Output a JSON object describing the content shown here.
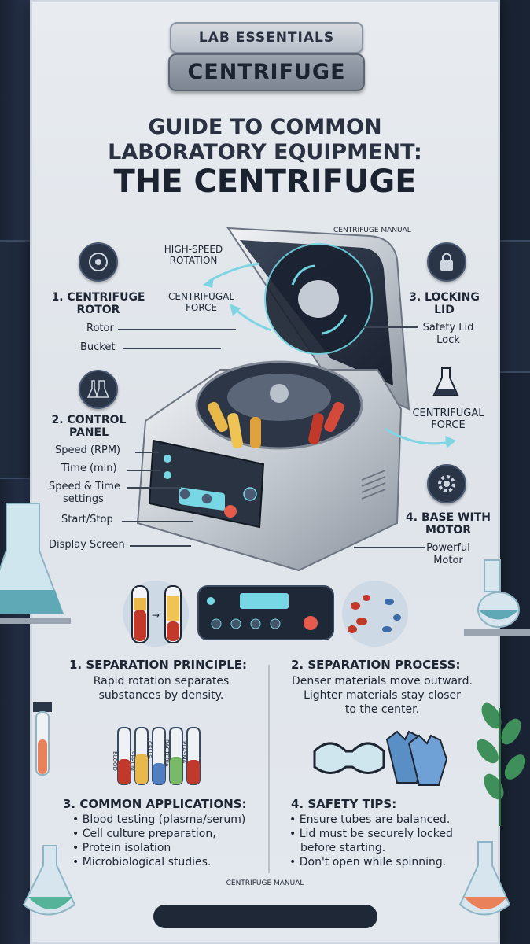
{
  "header": {
    "kicker": "LAB ESSENTIALS",
    "badge": "CENTRIFUGE",
    "title_line1": "GUIDE TO COMMON",
    "title_line2": "LABORATORY EQUIPMENT:",
    "title_line3": "THE CENTRIFUGE"
  },
  "device_label_top": "CENTRIFUGE MANUAL",
  "diagram_labels": {
    "high_speed_line1": "HIGH-SPEED",
    "high_speed_line2": "ROTATION",
    "centrifugal_force_left_line1": "CENTRIFUGAL",
    "centrifugal_force_left_line2": "FORCE",
    "rotor_label": "Rotor",
    "bucket_label": "Bucket",
    "centrifugal_force_right_line1": "CENTRIFUGAL",
    "centrifugal_force_right_line2": "FORCE"
  },
  "left_callouts": {
    "rotor_title_line1": "1. CENTRIFUGE",
    "rotor_title_line2": "ROTOR",
    "control_title_line1": "2. CONTROL",
    "control_title_line2": "PANEL",
    "speed": "Speed (RPM)",
    "time": "Time (min)",
    "settings_line1": "Speed & Time",
    "settings_line2": "settings",
    "start_stop": "Start/Stop",
    "display": "Display Screen"
  },
  "right_callouts": {
    "lid_title_line1": "3. LOCKING",
    "lid_title_line2": "LID",
    "lid_sub_line1": "Safety Lid",
    "lid_sub_line2": "Lock",
    "base_title_line1": "4. BASE WITH",
    "base_title_line2": "MOTOR",
    "base_sub_line1": "Powerful",
    "base_sub_line2": "Motor"
  },
  "sections": {
    "s1_title": "1. SEPARATION PRINCIPLE:",
    "s1_line1": "Rapid rotation separates",
    "s1_line2": "substances by density.",
    "s2_title": "2. SEPARATION PROCESS:",
    "s2_line1": "Denser materials move outward.",
    "s2_line2": "Lighter materials stay closer",
    "s2_line3": "to the center.",
    "s3_title": "3. COMMON APPLICATIONS:",
    "s3_items": [
      "Blood testing (plasma/serum)",
      "Cell culture preparation,",
      "Protein isolation",
      "Microbiological studies."
    ],
    "s4_title": "4. SAFETY TIPS:",
    "s4_items": [
      "Ensure tubes are balanced.",
      "Lid must be securely locked",
      "before starting.",
      "Don't open while spinning."
    ]
  },
  "tube_labels": [
    "BLOOD",
    "SERUM",
    "CELLS",
    "BACTERIA",
    "PLASMA"
  ],
  "footer": "CENTRIFUGE MANUAL",
  "colors": {
    "panel": "#e2e7ed",
    "navy": "#1e2633",
    "accent_cyan": "#6fd3e0",
    "tube_red": "#c0392b",
    "tube_yellow": "#e8b84a"
  }
}
